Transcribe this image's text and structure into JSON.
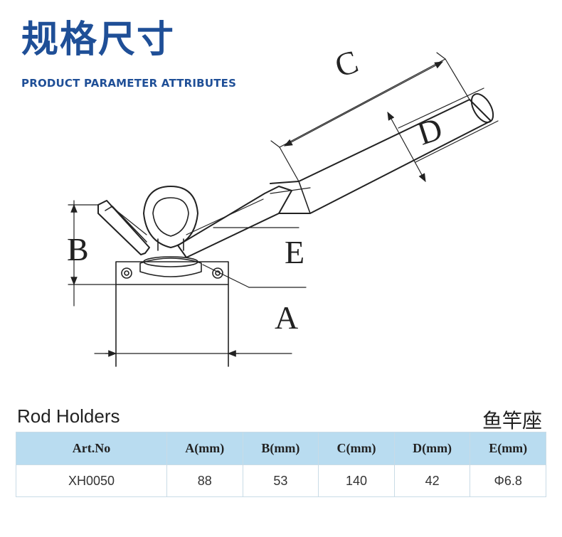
{
  "header": {
    "title_cn": "规格尺寸",
    "title_en": "PRODUCT PARAMETER ATTRIBUTES"
  },
  "drawing": {
    "labels": {
      "a": "A",
      "b": "B",
      "c": "C",
      "d": "D",
      "e": "E"
    }
  },
  "section": {
    "name_en": "Rod Holders",
    "name_cn": "鱼竿座"
  },
  "table": {
    "headers": [
      "Art.No",
      "A(mm)",
      "B(mm)",
      "C(mm)",
      "D(mm)",
      "E(mm)"
    ],
    "rows": [
      [
        "XH0050",
        "88",
        "53",
        "140",
        "42",
        "Φ6.8"
      ]
    ]
  },
  "colors": {
    "brand": "#1f4f97",
    "table_header": "#b9dcf0",
    "table_border": "#c9dbe6"
  }
}
